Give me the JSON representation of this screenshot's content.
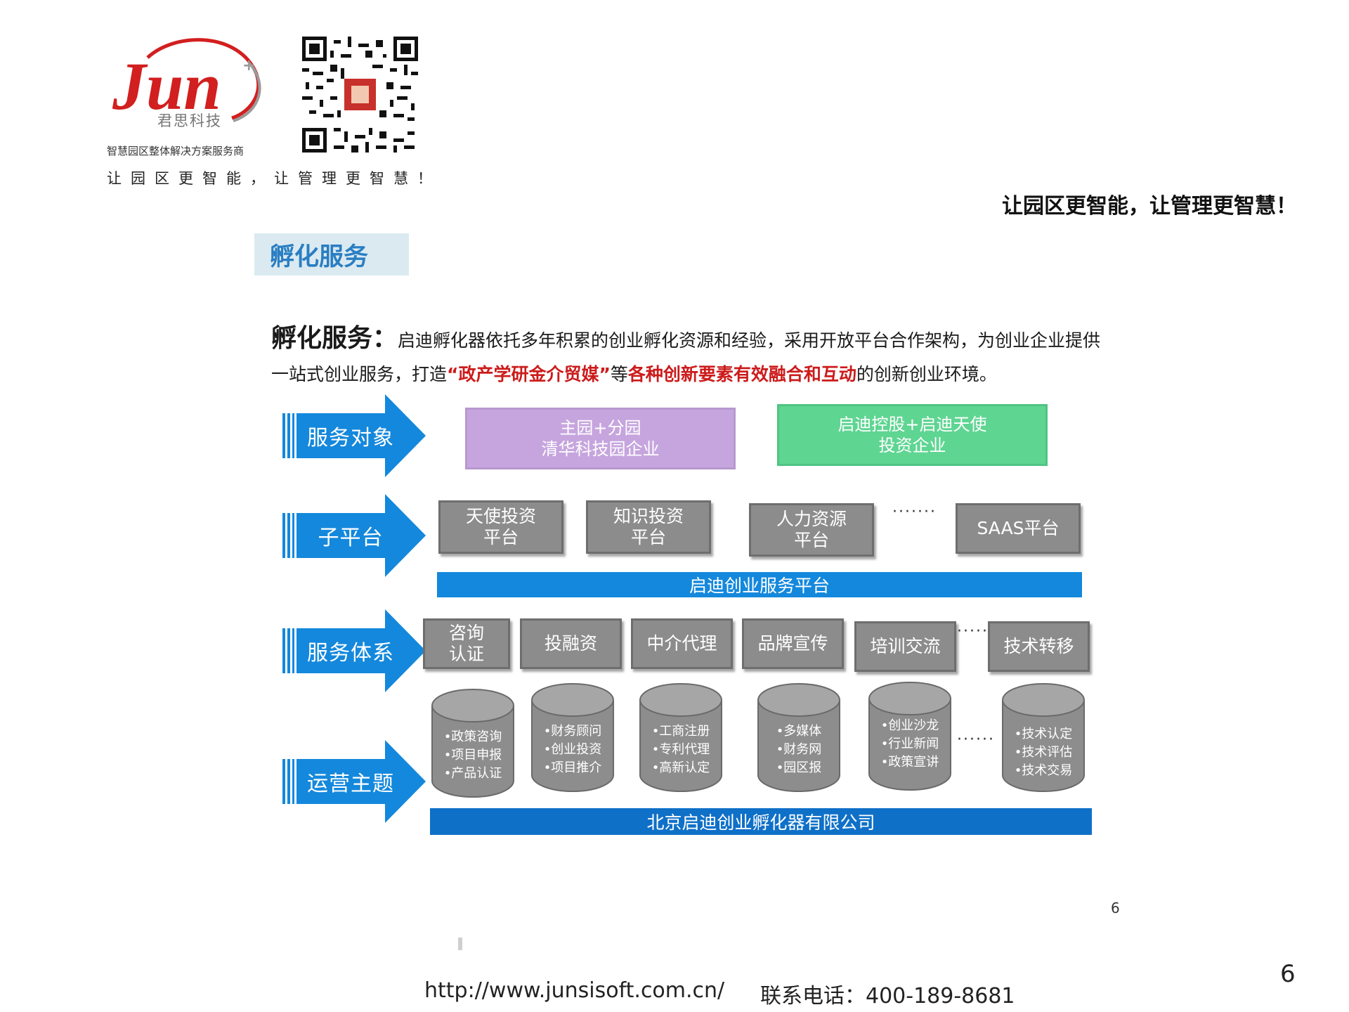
{
  "brand": {
    "logo_text": "Jun",
    "logo_sub": "君思科技",
    "tagline": "智慧园区整体解决方案服务商",
    "slogan_spaced": "让园区更智能，让管理更智慧！",
    "slogan_right": "让园区更智能，让管理更智慧！",
    "colors": {
      "logo_red": "#d21f1f",
      "accent_blue": "#1488dc",
      "title_blue": "#2a7ec2"
    }
  },
  "section": {
    "title": "孵化服务"
  },
  "intro": {
    "lead": "孵化服务：",
    "text1": "启迪孵化器依托多年积累的创业孵化资源和经验，采用开放平台合作架构，为创业企业提供一站式创业服务，打造",
    "red1": "“政产学研金介贸媒”",
    "text2": "等",
    "red2": "各种创新要素有效融合和互动",
    "text3": "的创新创业环境。"
  },
  "rows": {
    "service_target": "服务对象",
    "sub_platform": "子平台",
    "service_system": "服务体系",
    "operation_theme": "运营主题"
  },
  "targets": [
    {
      "line1": "主园+分园",
      "line2": "清华科技园企业"
    },
    {
      "line1": "启迪控股+启迪天使",
      "line2": "投资企业"
    }
  ],
  "platforms": [
    {
      "line1": "天使投资",
      "line2": "平台"
    },
    {
      "line1": "知识投资",
      "line2": "平台"
    },
    {
      "line1": "人力资源",
      "line2": "平台"
    },
    {
      "line1": "SAAS平台",
      "line2": ""
    }
  ],
  "ellipsis_1": "·······",
  "platform_bar": "启迪创业服务平台",
  "services": [
    {
      "line1": "咨询",
      "line2": "认证"
    },
    {
      "line1": "投融资",
      "line2": ""
    },
    {
      "line1": "中介代理",
      "line2": ""
    },
    {
      "line1": "品牌宣传",
      "line2": ""
    },
    {
      "line1": "培训交流",
      "line2": ""
    },
    {
      "line1": "技术转移",
      "line2": ""
    }
  ],
  "ellipsis_2": "······",
  "themes": [
    {
      "items": [
        "•政策咨询",
        "•项目申报",
        "•产品认证"
      ]
    },
    {
      "items": [
        "•财务顾问",
        "•创业投资",
        "•项目推介"
      ]
    },
    {
      "items": [
        "•工商注册",
        "•专利代理",
        "•高新认定"
      ]
    },
    {
      "items": [
        "•多媒体",
        "•财务网",
        "•园区报"
      ]
    },
    {
      "items": [
        "•创业沙龙",
        "•行业新闻",
        "•政策宣讲"
      ]
    },
    {
      "items": [
        "•技术认定",
        "•技术评估",
        "•技术交易"
      ]
    }
  ],
  "ellipsis_3": "······",
  "company_bar": "北京启迪创业孵化器有限公司",
  "footer": {
    "page_small": "6",
    "page": "6",
    "url": "http://www.junsisoft.com.cn/",
    "phone": "联系电话：400-189-8681"
  }
}
